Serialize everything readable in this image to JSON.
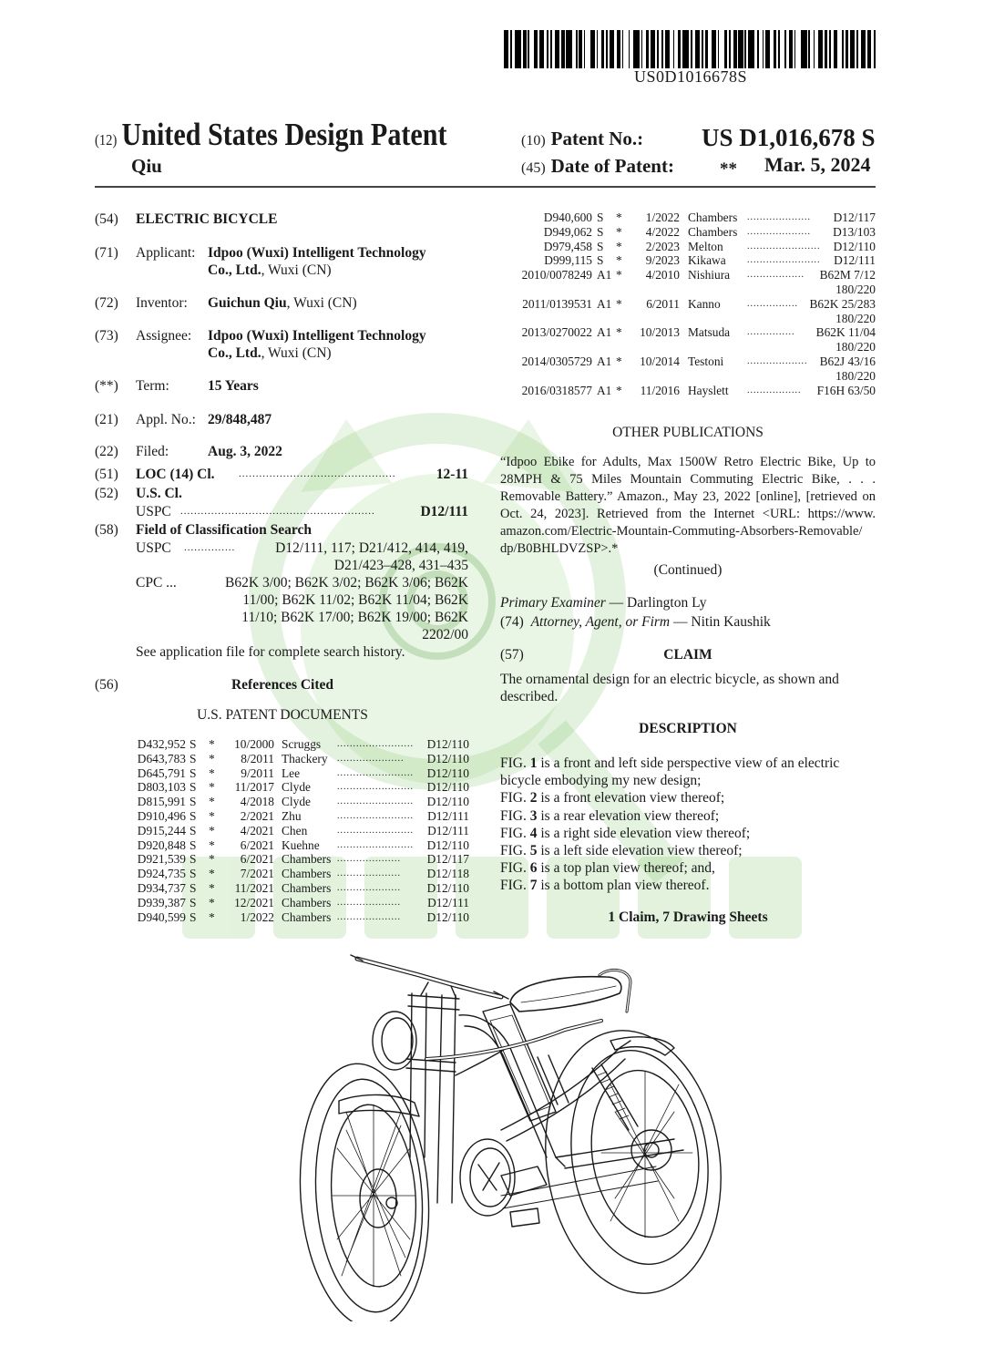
{
  "barcode": {
    "number": "US0D1016678S"
  },
  "header": {
    "title_code": "(12)",
    "title": "United States Design Patent",
    "inventor_surname": "Qiu",
    "patent_no_code": "(10)",
    "patent_no_label": "Patent No.:",
    "patent_no": "US D1,016,678 S",
    "date_code": "(45)",
    "date_label": "Date of Patent:",
    "date_marker": "**",
    "date": "Mar. 5, 2024"
  },
  "bibliographic": {
    "title": {
      "code": "(54)",
      "value": "ELECTRIC BICYCLE"
    },
    "applicant": {
      "code": "(71)",
      "label": "Applicant:",
      "name_line1": "Idpoo (Wuxi) Intelligent Technology",
      "name_line2_bold": "Co., Ltd.",
      "name_line2_rest": ", Wuxi (CN)"
    },
    "inventor": {
      "code": "(72)",
      "label": "Inventor:",
      "name": "Guichun Qiu",
      "location": ", Wuxi (CN)"
    },
    "assignee": {
      "code": "(73)",
      "label": "Assignee:",
      "name_line1": "Idpoo (Wuxi) Intelligent Technology",
      "name_line2_bold": "Co., Ltd.",
      "name_line2_rest": ", Wuxi (CN)"
    },
    "term": {
      "code": "(**)",
      "label": "Term:",
      "value": "15 Years"
    },
    "appl_no": {
      "code": "(21)",
      "label": "Appl. No.:",
      "value": "29/848,487"
    },
    "filed": {
      "code": "(22)",
      "label": "Filed:",
      "value": "Aug. 3, 2022"
    },
    "loc": {
      "code": "(51)",
      "label": "LOC (14) Cl.",
      "dots": "..............................................",
      "value": "12-11"
    },
    "us_cl": {
      "code": "(52)",
      "label": "U.S. Cl.",
      "uspc_label": "USPC",
      "dots": ".........................................................",
      "value": "D12/111"
    },
    "field_search": {
      "code": "(58)",
      "label": "Field of Classification Search",
      "uspc_label": "USPC",
      "uspc_dots": "...............",
      "uspc_line1": "D12/111, 117; D21/412, 414, 419,",
      "uspc_line2": "D21/423–428, 431–435",
      "cpc_label": "CPC ...",
      "cpc_line1": "B62K 3/00; B62K 3/02; B62K 3/06; B62K",
      "cpc_line2": "11/00; B62K 11/02; B62K 11/04; B62K",
      "cpc_line3": "11/10; B62K 17/00; B62K 19/00; B62K",
      "cpc_line4": "2202/00",
      "note": "See application file for complete search history."
    }
  },
  "references": {
    "code": "(56)",
    "heading": "References Cited",
    "subheading": "U.S. PATENT DOCUMENTS",
    "left": [
      {
        "num": "D432,952",
        "kind": "S",
        "star": "*",
        "date": "10/2000",
        "name": "Scruggs",
        "dots": "........................",
        "cls": "D12/110"
      },
      {
        "num": "D643,783",
        "kind": "S",
        "star": "*",
        "date": "8/2011",
        "name": "Thackery",
        "dots": ".....................",
        "cls": "D12/110"
      },
      {
        "num": "D645,791",
        "kind": "S",
        "star": "*",
        "date": "9/2011",
        "name": "Lee",
        "dots": "..............................",
        "cls": "D12/110"
      },
      {
        "num": "D803,103",
        "kind": "S",
        "star": "*",
        "date": "11/2017",
        "name": "Clyde",
        "dots": "..........................",
        "cls": "D12/110"
      },
      {
        "num": "D815,991",
        "kind": "S",
        "star": "*",
        "date": "4/2018",
        "name": "Clyde",
        "dots": "..........................",
        "cls": "D12/110"
      },
      {
        "num": "D910,496",
        "kind": "S",
        "star": "*",
        "date": "2/2021",
        "name": "Zhu",
        "dots": "..............................",
        "cls": "D12/111"
      },
      {
        "num": "D915,244",
        "kind": "S",
        "star": "*",
        "date": "4/2021",
        "name": "Chen",
        "dots": "............................",
        "cls": "D12/111"
      },
      {
        "num": "D920,848",
        "kind": "S",
        "star": "*",
        "date": "6/2021",
        "name": "Kuehne",
        "dots": ".........................",
        "cls": "D12/110"
      },
      {
        "num": "D921,539",
        "kind": "S",
        "star": "*",
        "date": "6/2021",
        "name": "Chambers",
        "dots": "....................",
        "cls": "D12/117"
      },
      {
        "num": "D924,735",
        "kind": "S",
        "star": "*",
        "date": "7/2021",
        "name": "Chambers",
        "dots": "....................",
        "cls": "D12/118"
      },
      {
        "num": "D934,737",
        "kind": "S",
        "star": "*",
        "date": "11/2021",
        "name": "Chambers",
        "dots": "....................",
        "cls": "D12/110"
      },
      {
        "num": "D939,387",
        "kind": "S",
        "star": "*",
        "date": "12/2021",
        "name": "Chambers",
        "dots": "....................",
        "cls": "D12/111"
      },
      {
        "num": "D940,599",
        "kind": "S",
        "star": "*",
        "date": "1/2022",
        "name": "Chambers",
        "dots": "....................",
        "cls": "D12/110"
      }
    ],
    "right": [
      {
        "num": "D940,600",
        "kind": "S",
        "star": "*",
        "date": "1/2022",
        "name": "Chambers",
        "dots": "....................",
        "cls": "D12/117",
        "cls2": ""
      },
      {
        "num": "D949,062",
        "kind": "S",
        "star": "*",
        "date": "4/2022",
        "name": "Chambers",
        "dots": "....................",
        "cls": "D13/103",
        "cls2": ""
      },
      {
        "num": "D979,458",
        "kind": "S",
        "star": "*",
        "date": "2/2023",
        "name": "Melton",
        "dots": "........................",
        "cls": "D12/110",
        "cls2": ""
      },
      {
        "num": "D999,115",
        "kind": "S",
        "star": "*",
        "date": "9/2023",
        "name": "Kikawa",
        "dots": "........................",
        "cls": "D12/111",
        "cls2": ""
      },
      {
        "num": "2010/0078249",
        "kind": "A1",
        "star": "*",
        "date": "4/2010",
        "name": "Nishiura",
        "dots": "..................",
        "cls": "B62M 7/12",
        "cls2": "180/220"
      },
      {
        "num": "2011/0139531",
        "kind": "A1",
        "star": "*",
        "date": "6/2011",
        "name": "Kanno",
        "dots": "................",
        "cls": "B62K 25/283",
        "cls2": "180/220"
      },
      {
        "num": "2013/0270022",
        "kind": "A1",
        "star": "*",
        "date": "10/2013",
        "name": "Matsuda",
        "dots": "...............",
        "cls": "B62K 11/04",
        "cls2": "180/220"
      },
      {
        "num": "2014/0305729",
        "kind": "A1",
        "star": "*",
        "date": "10/2014",
        "name": "Testoni",
        "dots": "...................",
        "cls": "B62J 43/16",
        "cls2": "180/220"
      },
      {
        "num": "2016/0318577",
        "kind": "A1",
        "star": "*",
        "date": "11/2016",
        "name": "Hayslett",
        "dots": ".................",
        "cls": "F16H 63/50",
        "cls2": ""
      }
    ]
  },
  "other_publications": {
    "heading": "OTHER PUBLICATIONS",
    "text": "“Idpoo Ebike for Adults, Max 1500W Retro Electric Bike, Up to 28MPH & 75 Miles Mountain Commuting Electric Bike, . . . Removable Battery.” Amazon., May 23, 2022 [online], [retrieved on Oct. 24, 2023]. Retrieved from the Internet <URL: https://www. amazon.com/Electric-Mountain-Commuting-Absorbers-Removable/ dp/B0BHLDVZSP>.*",
    "continued": "(Continued)"
  },
  "examiner": {
    "primary_label": "Primary Examiner",
    "primary_sep": " — ",
    "primary_name": "Darlington Ly",
    "attorney_code": "(74)",
    "attorney_label": "Attorney, Agent, or Firm",
    "attorney_sep": " — ",
    "attorney_name": "Nitin Kaushik"
  },
  "claim": {
    "code": "(57)",
    "heading": "CLAIM",
    "text": "The ornamental design for an electric bicycle, as shown and described."
  },
  "description": {
    "heading": "DESCRIPTION",
    "figures": [
      {
        "prefix": "FIG. ",
        "num": "1",
        "text": " is a front and left side perspective view of an electric",
        "cont": "bicycle embodying my new design;"
      },
      {
        "prefix": "FIG. ",
        "num": "2",
        "text": " is a front elevation view thereof;",
        "cont": ""
      },
      {
        "prefix": "FIG. ",
        "num": "3",
        "text": " is a rear elevation view thereof;",
        "cont": ""
      },
      {
        "prefix": "FIG. ",
        "num": "4",
        "text": " is a right side elevation view thereof;",
        "cont": ""
      },
      {
        "prefix": "FIG. ",
        "num": "5",
        "text": " is a left side elevation view thereof;",
        "cont": ""
      },
      {
        "prefix": "FIG. ",
        "num": "6",
        "text": " is a top plan view thereof; and,",
        "cont": ""
      },
      {
        "prefix": "FIG. ",
        "num": "7",
        "text": " is a bottom plan view thereof.",
        "cont": ""
      }
    ],
    "summary": "1 Claim, 7 Drawing Sheets"
  },
  "watermark": {
    "color": "#6cc24a"
  }
}
